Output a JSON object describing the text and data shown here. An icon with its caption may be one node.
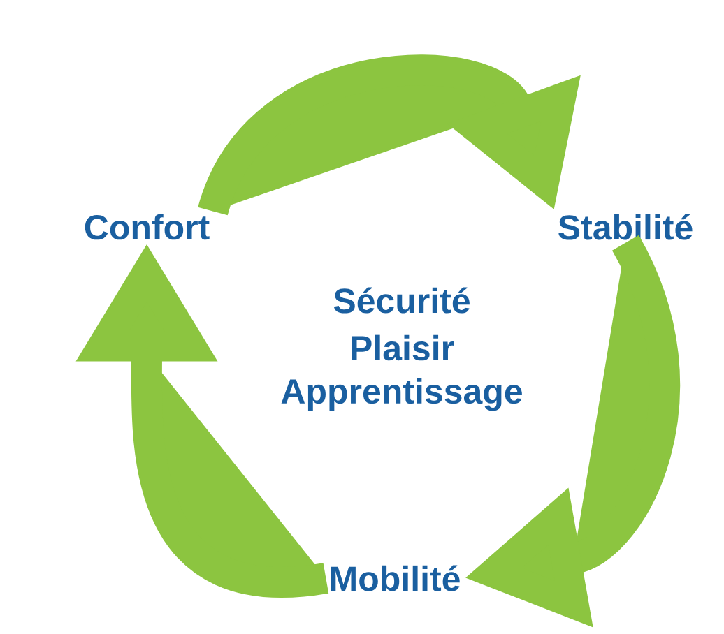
{
  "diagram": {
    "nodes": [
      {
        "text": [
          "Confort"
        ]
      },
      {
        "text": [
          "Stabilité"
        ]
      },
      {
        "text": [
          "Mobilité"
        ]
      }
    ],
    "edges": [
      {
        "from": 0,
        "to": 1,
        "arrow": "to"
      },
      {
        "from": 1,
        "to": 2,
        "arrow": "to"
      },
      {
        "from": 2,
        "to": 0,
        "arrow": "to"
      }
    ],
    "labels": [
      "Sécurité",
      "Plaisir",
      "Apprentissage"
    ]
  }
}
